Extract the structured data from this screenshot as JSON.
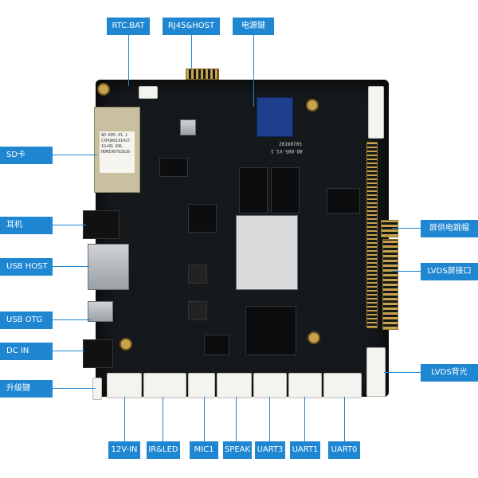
{
  "labels": {
    "rtc_bat": "RTC.BAT",
    "rj45_host": "RJ45&HOST",
    "power_key": "电源键",
    "sd_card": "SD卡",
    "headphone": "耳机",
    "usb_host": "USB HOST",
    "usb_otg": "USB OTG",
    "dc_in": "DC IN",
    "upgrade_key": "升级键",
    "screen_power_jumper": "屏供电跳帽",
    "lvds_screen_port": "LVDS屏接口",
    "lvds_backlight": "LVDS背光",
    "in_12v": "12V-IN",
    "ir_led": "IR&LED",
    "mic1": "MIC1",
    "speak": "SPEAK",
    "uart3": "UART3",
    "uart1": "UART1",
    "uart0": "UART0"
  },
  "board_silkscreen": {
    "model": "AD-K05-V1.1",
    "date": "20190703",
    "sd_label_line1": "AD-K05-V1.1",
    "sd_label_line2": "CXPQA0191427",
    "sd_label_line3": "1G+8G  K8L",
    "sd_label_line4": "HDMI90702026"
  },
  "colors": {
    "label_blue": "#1f86d2",
    "board_black": "#16191c"
  }
}
